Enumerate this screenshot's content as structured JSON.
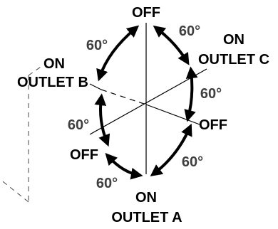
{
  "labels": {
    "top": "OFF",
    "on_c": "ON",
    "outlet_c": "OUTLET C",
    "on_b": "ON",
    "outlet_b": "OUTLET B",
    "off_left": "OFF",
    "off_right": "OFF",
    "on_a": "ON",
    "outlet_a": "OUTLET A"
  },
  "angles": {
    "top_left": "60°",
    "top_right": "60°",
    "mid_left": "60°",
    "mid_right": "60°",
    "bottom_left": "60°",
    "bottom_right": "60°"
  }
}
